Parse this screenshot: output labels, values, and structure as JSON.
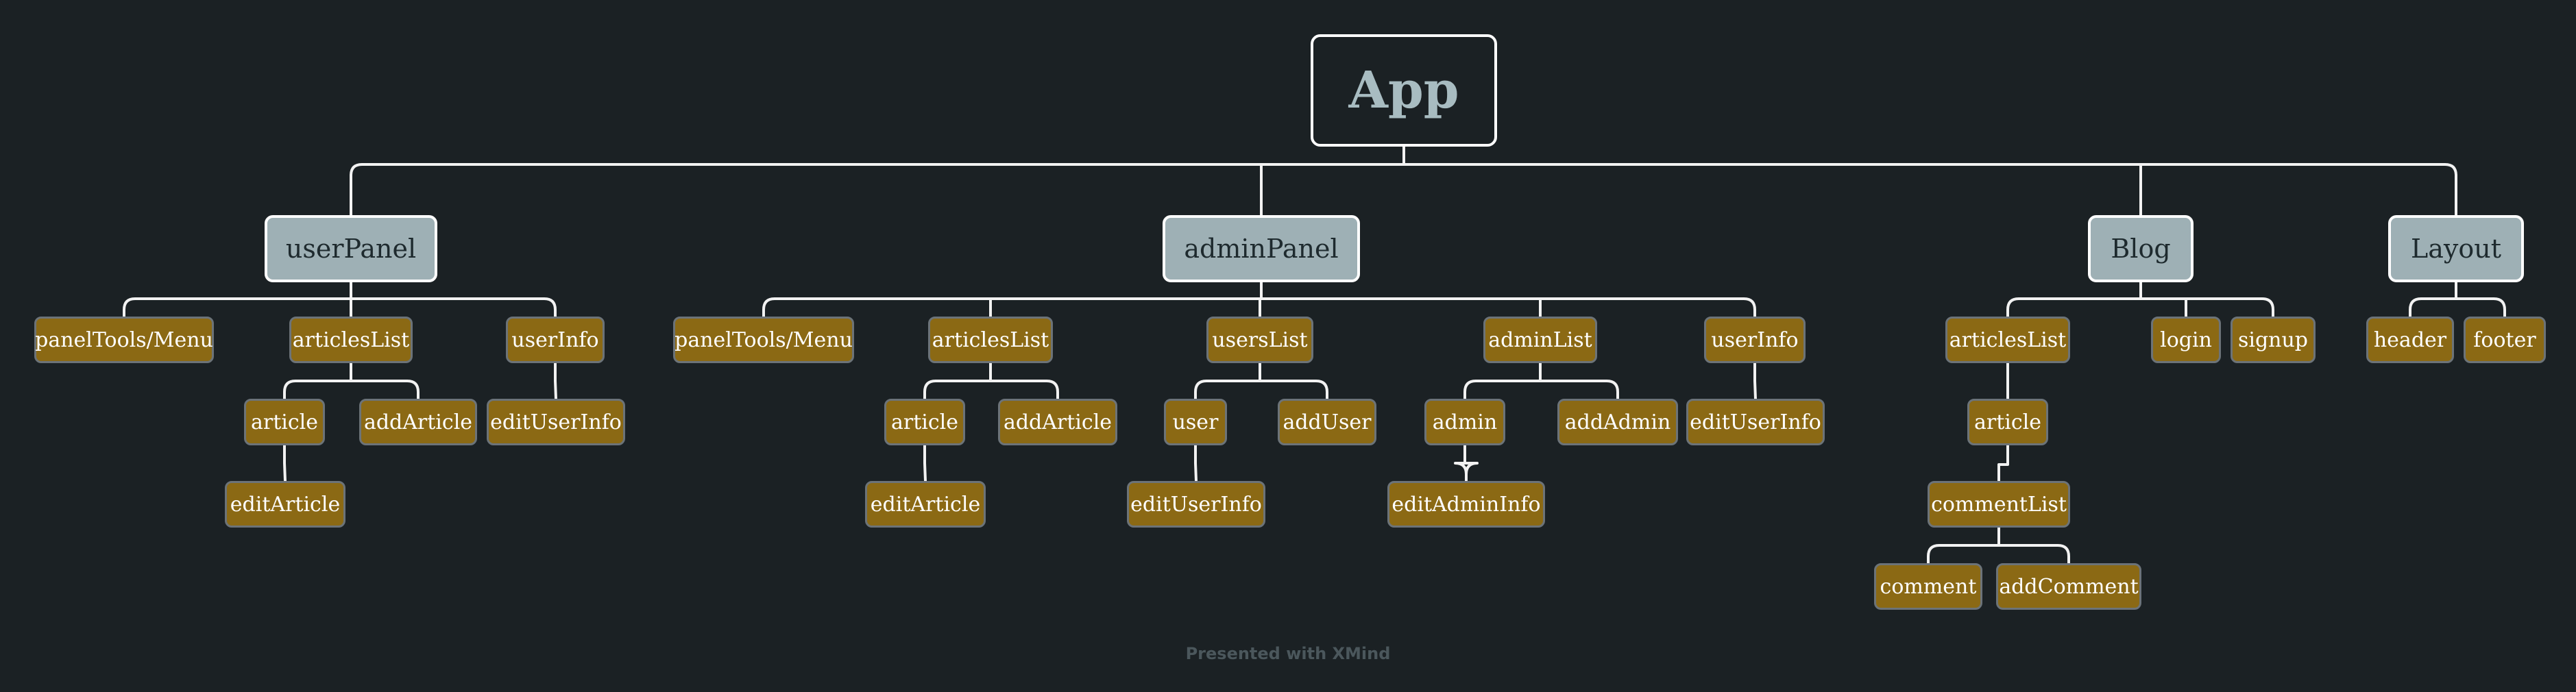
{
  "root": {
    "label": "App"
  },
  "branches": {
    "userPanel": {
      "label": "userPanel",
      "panelTools": "panelTools/Menu",
      "articlesList": "articlesList",
      "article": "article",
      "editArticle": "editArticle",
      "addArticle": "addArticle",
      "userInfo": "userInfo",
      "editUserInfo": "editUserInfo"
    },
    "adminPanel": {
      "label": "adminPanel",
      "panelTools": "panelTools/Menu",
      "articlesList": "articlesList",
      "article": "article",
      "editArticle": "editArticle",
      "addArticle": "addArticle",
      "usersList": "usersList",
      "user": "user",
      "editUserInfo": "editUserInfo",
      "addUser": "addUser",
      "adminList": "adminList",
      "admin": "admin",
      "editAdminInfo": "editAdminInfo",
      "addAdmin": "addAdmin",
      "userInfo": "userInfo",
      "userInfoEdit": "editUserInfo"
    },
    "blog": {
      "label": "Blog",
      "articlesList": "articlesList",
      "article": "article",
      "commentList": "commentList",
      "comment": "comment",
      "addComment": "addComment",
      "login": "login",
      "signup": "signup"
    },
    "layout": {
      "label": "Layout",
      "header": "header",
      "footer": "footer"
    }
  },
  "footer": {
    "text": "Presented with XMind"
  },
  "colors": {
    "background": "#1b2124",
    "main_topic": "#9eb0b5",
    "sub_topic": "#8b6914",
    "line": "#f2f2f2"
  }
}
